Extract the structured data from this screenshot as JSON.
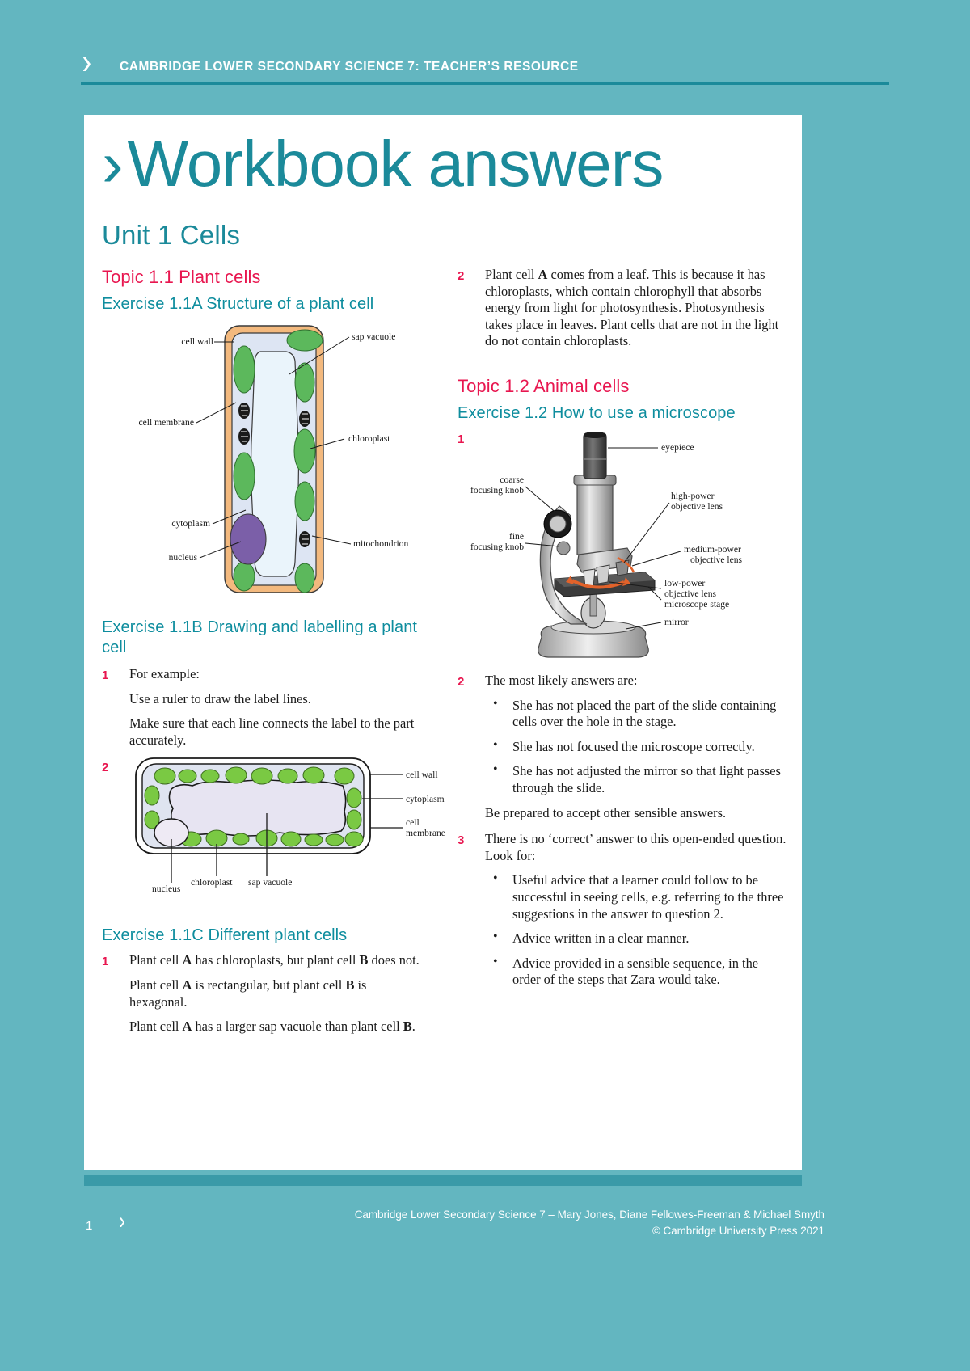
{
  "header": {
    "chevron": "›",
    "title": "CAMBRIDGE LOWER SECONDARY SCIENCE 7: TEACHER’S RESOURCE"
  },
  "page": {
    "chevron": "›",
    "title": "Workbook answers",
    "unit": "Unit 1 Cells"
  },
  "left": {
    "topic_1_1": "Topic 1.1 Plant cells",
    "ex_1_1a": "Exercise 1.1A Structure of a plant cell",
    "plant_cell_labels": {
      "cell_wall": "cell wall",
      "cell_membrane": "cell membrane",
      "cytoplasm": "cytoplasm",
      "nucleus": "nucleus",
      "sap_vacuole": "sap vacuole",
      "chloroplast": "chloroplast",
      "mitochondrion": "mitochondrion"
    },
    "ex_1_1b": "Exercise 1.1B Drawing and labelling a plant cell",
    "q1_num": "1",
    "q1_p1": "For example:",
    "q1_p2": "Use a ruler to draw the label lines.",
    "q1_p3": "Make sure that each line connects the label to the part accurately.",
    "q2_num": "2",
    "drawn_cell_labels": {
      "cell_wall": "cell wall",
      "cytoplasm": "cytoplasm",
      "cell_membrane_l1": "cell",
      "cell_membrane_l2": "membrane",
      "chloroplast": "chloroplast",
      "sap_vacuole": "sap vacuole",
      "nucleus": "nucleus"
    },
    "ex_1_1c": "Exercise 1.1C Different plant cells",
    "c1_num": "1",
    "c1_p1_a": "Plant cell ",
    "c1_p1_b": "A",
    "c1_p1_c": " has chloroplasts, but plant cell ",
    "c1_p1_d": "B",
    "c1_p1_e": " does not.",
    "c1_p2_a": "Plant cell ",
    "c1_p2_b": "A",
    "c1_p2_c": " is rectangular, but plant cell ",
    "c1_p2_d": "B",
    "c1_p2_e": " is hexagonal.",
    "c1_p3_a": "Plant cell ",
    "c1_p3_b": "A",
    "c1_p3_c": " has a larger sap vacuole than plant cell ",
    "c1_p3_d": "B",
    "c1_p3_e": "."
  },
  "right": {
    "q2_num": "2",
    "q2_text_a": "Plant cell ",
    "q2_text_b": "A",
    "q2_text_c": " comes from a leaf. This is because it has chloroplasts, which contain chlorophyll that absorbs energy from light for photosynthesis. Photosynthesis takes place in leaves. Plant cells that are not in the light do not contain chloroplasts.",
    "topic_1_2": "Topic 1.2 Animal cells",
    "ex_1_2": "Exercise 1.2 How to use a microscope",
    "m1_num": "1",
    "microscope_labels": {
      "eyepiece": "eyepiece",
      "coarse_l1": "coarse",
      "coarse_l2": "focusing knob",
      "fine_l1": "fine",
      "fine_l2": "focusing knob",
      "high_power_l1": "high-power",
      "high_power_l2": "objective lens",
      "medium_power_l1": "medium-power",
      "medium_power_l2": "objective lens",
      "low_power_l1": "low-power",
      "low_power_l2": "objective lens",
      "stage": "microscope stage",
      "mirror": "mirror"
    },
    "m2_num": "2",
    "m2_intro": "The most likely answers are:",
    "m2_bullets": [
      "She has not placed the part of the slide containing cells over the hole in the stage.",
      "She has not focused the microscope correctly.",
      "She has not adjusted the mirror so that light passes through the slide."
    ],
    "m2_closing": "Be prepared to accept other sensible answers.",
    "m3_num": "3",
    "m3_intro": "There is no ‘correct’ answer to this open-ended question. Look for:",
    "m3_bullets": [
      "Useful advice that a learner could follow to be successful in seeing cells, e.g. referring to the three suggestions in the answer to question 2.",
      "Advice written in a clear manner.",
      "Advice provided in a sensible sequence, in the order of the steps that Zara would take."
    ]
  },
  "footer": {
    "page_number": "1",
    "chevron": "›",
    "line1": "Cambridge Lower Secondary Science 7 – Mary Jones, Diane Fellowes-Freeman & Michael Smyth",
    "line2": "© Cambridge University Press 2021"
  },
  "colors": {
    "background_teal": "#63b6c0",
    "heading_teal": "#1b8a9a",
    "exercise_teal": "#0e8d9e",
    "topic_pink": "#e8164f",
    "footer_bar": "#3a9aa8",
    "chloroplast_green": "#5cb85c",
    "nucleus_purple": "#7b5fa8",
    "cell_wall_orange": "#f0b27a",
    "cytoplasm_blue": "#dfe6f2"
  }
}
